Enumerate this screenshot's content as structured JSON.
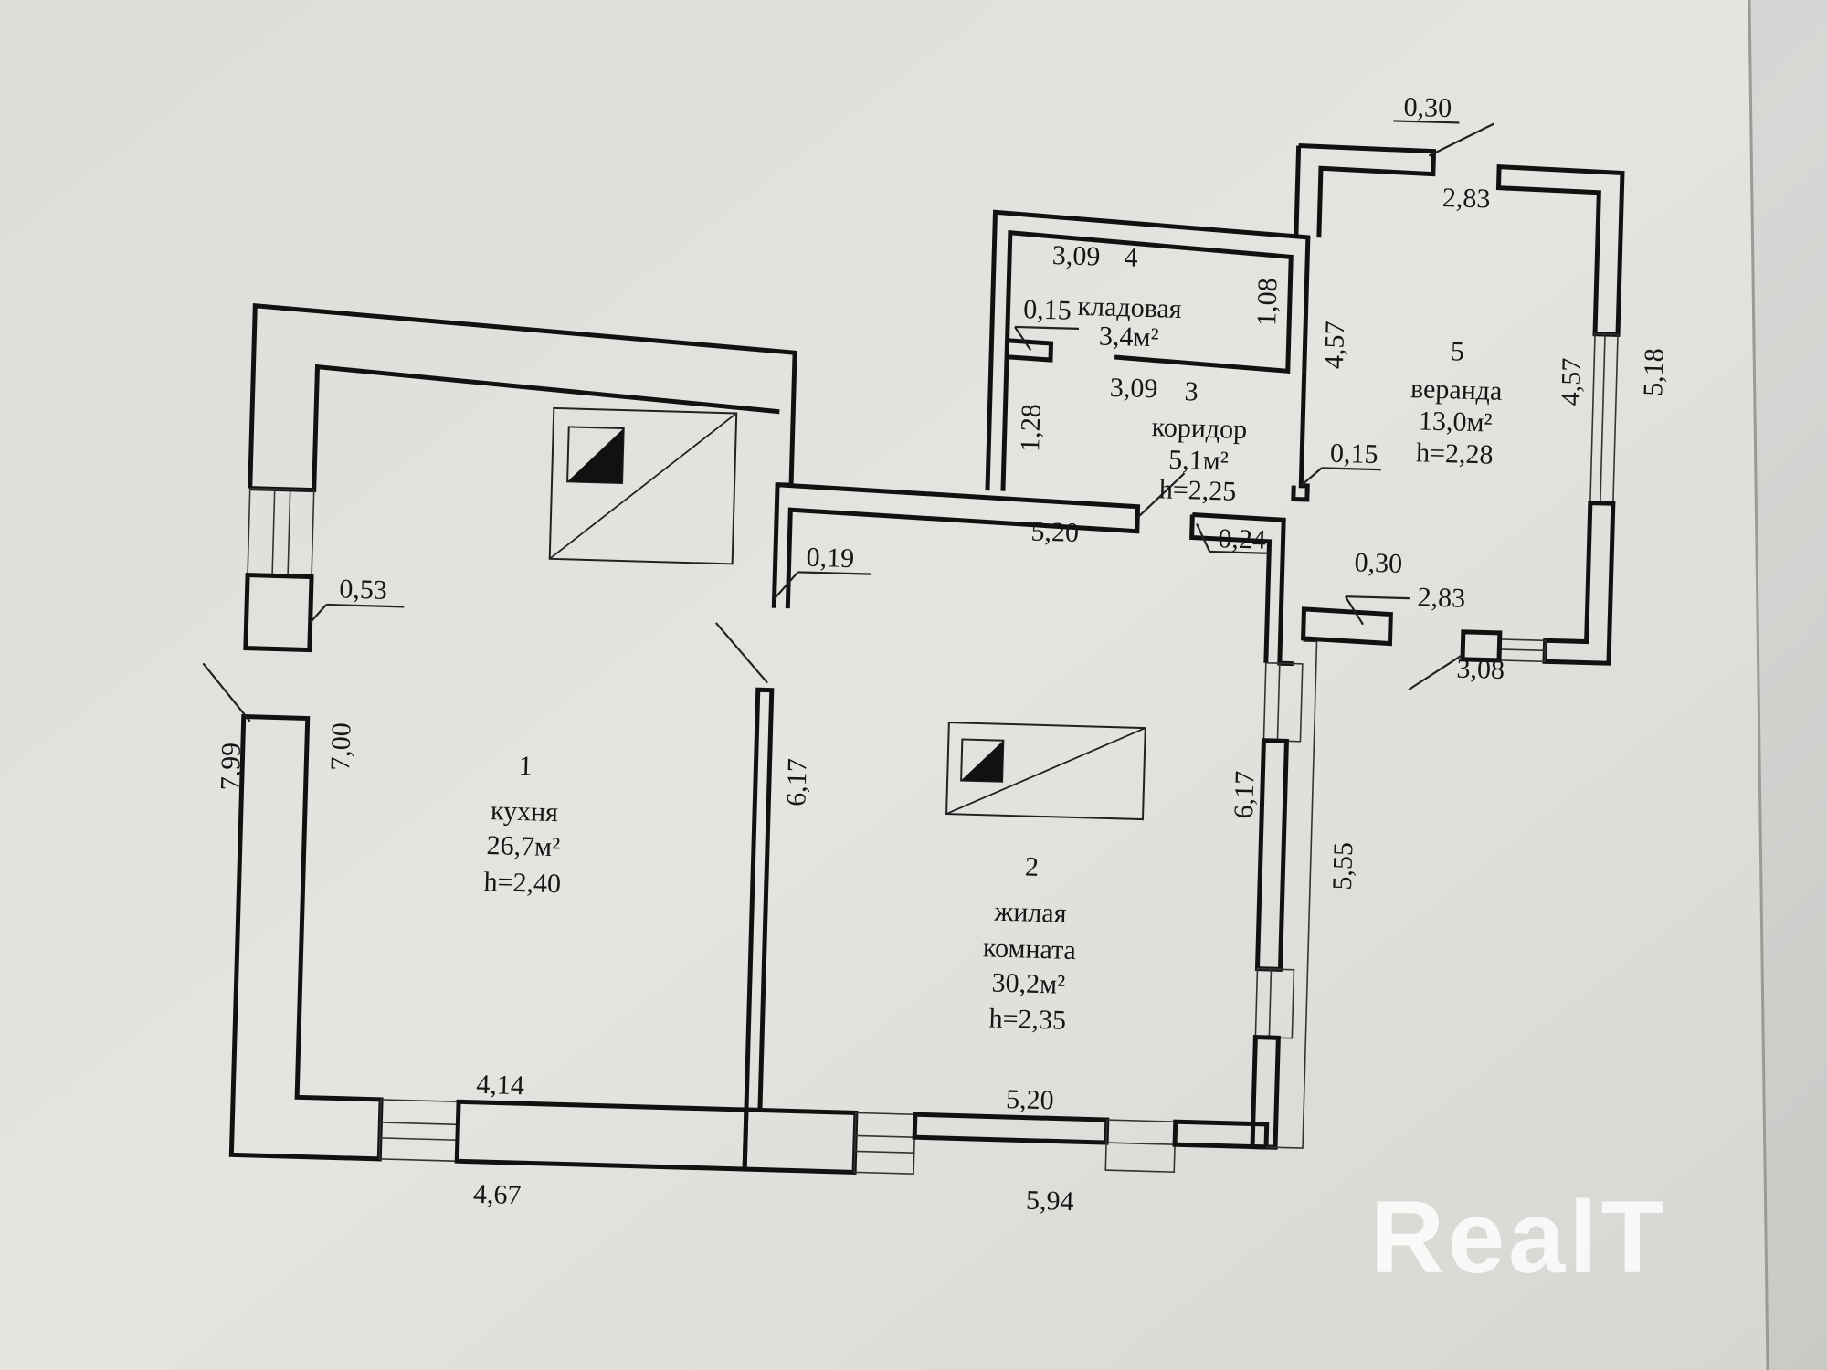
{
  "rooms": [
    {
      "number": "1",
      "name": "кухня",
      "area": "26,7м²",
      "height": "h=2,40"
    },
    {
      "number": "2",
      "name_line1": "жилая",
      "name_line2": "комната",
      "area": "30,2м²",
      "height": "h=2,35"
    },
    {
      "number": "3",
      "name": "коридор",
      "area": "5,1м²",
      "height": "h=2,25"
    },
    {
      "number": "4",
      "name": "кладовая",
      "area": "3,4м²"
    },
    {
      "number": "5",
      "name": "веранда",
      "area": "13,0м²",
      "height": "h=2,28"
    }
  ],
  "dimensions": {
    "kitchen_left_outer": "7,99",
    "kitchen_left_inner": "7,00",
    "kitchen_window_wall": "0,53",
    "kitchen_bottom_inner": "4,14",
    "kitchen_bottom_outer": "4,67",
    "partition_left": "6,17",
    "partition_right": "6,17",
    "living_top": "5,20",
    "living_bottom_inner": "5,20",
    "living_bottom_outer": "5,94",
    "living_wall": "0,19",
    "outer_right": "5,55",
    "corridor_left": "1,28",
    "corridor_wall_left": "0,15",
    "corridor_wall_right": "0,15",
    "corridor_wall_bottom": "0,24",
    "pantry_top": "3,09",
    "pantry_bottom": "3,09",
    "pantry_right": "1,08",
    "veranda_left": "4,57",
    "veranda_right_inner": "4,57",
    "veranda_right_outer": "5,18",
    "veranda_top": "2,83",
    "veranda_top_wall": "0,30",
    "veranda_bottom": "2,83",
    "veranda_bottom_outer": "3,08",
    "veranda_bottom_wall": "0,30"
  },
  "watermark": "RealT"
}
